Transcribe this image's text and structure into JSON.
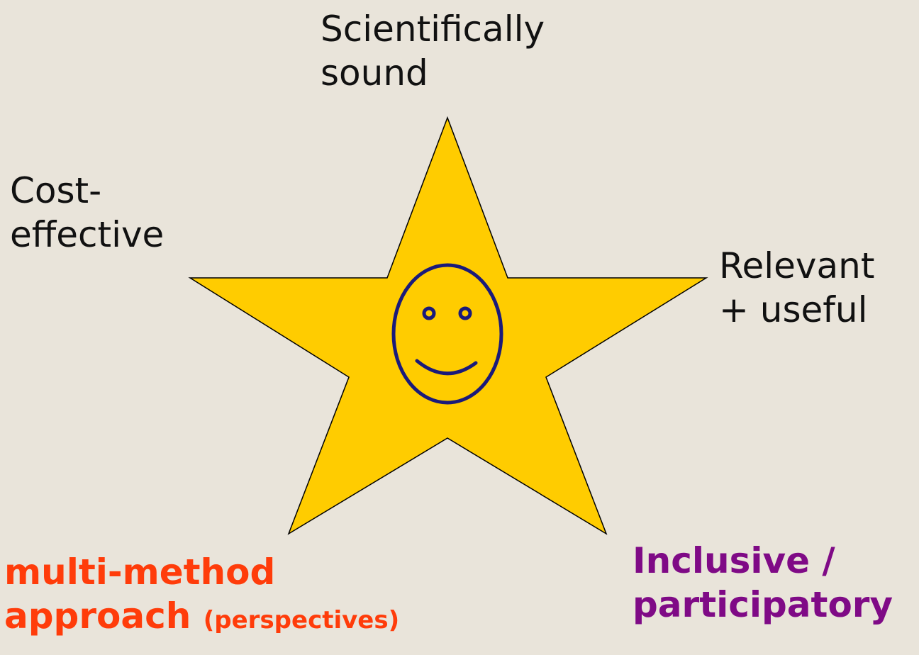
{
  "labels": {
    "top": [
      "Scientifically",
      "sound"
    ],
    "left": [
      "Cost-",
      "effective"
    ],
    "right": [
      "Relevant",
      "+ useful"
    ],
    "bottom_left": {
      "line1": "multi-method",
      "line2_main": "approach",
      "line2_small": "(perspectives)"
    },
    "bottom_right": [
      "Inclusive /",
      "participatory"
    ]
  },
  "colors": {
    "background": "#E9E4DA",
    "star_fill": "#FFCC00",
    "face_stroke": "#1A1A7A",
    "bottom_left_text": "#FF3C0A",
    "bottom_right_text": "#7F0A86"
  },
  "icons": {
    "star": "star-shape",
    "face": "smiley-face"
  }
}
